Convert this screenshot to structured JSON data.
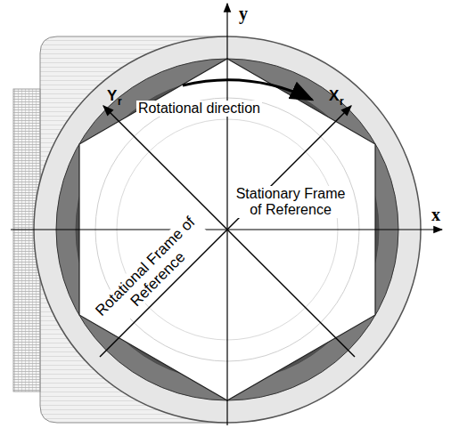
{
  "diagram": {
    "labels": [
      "y",
      "x",
      "Y",
      "r",
      "X",
      "r",
      "Rotational direction",
      "Stationary Frame of Reference",
      "Rotational Frame of Reference"
    ]
  }
}
